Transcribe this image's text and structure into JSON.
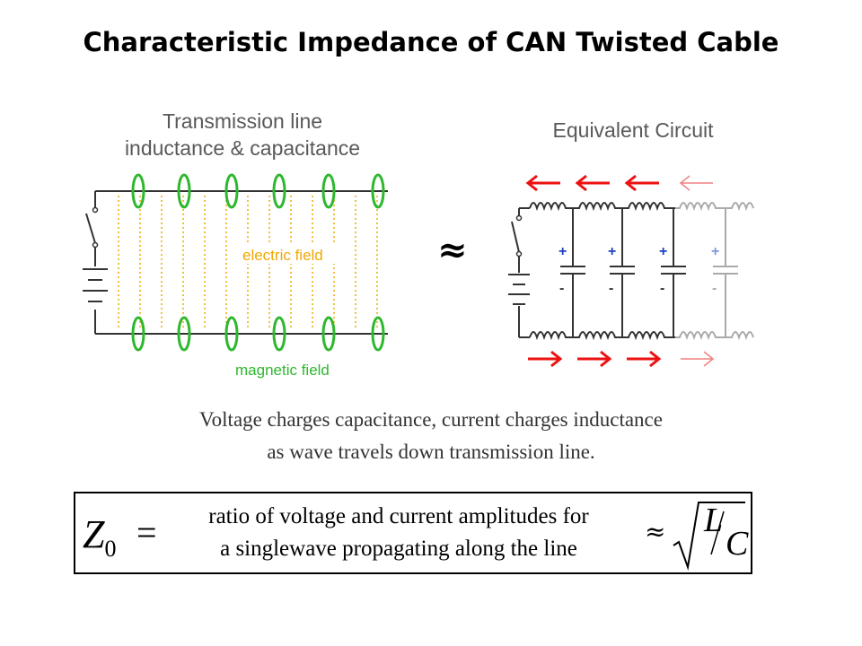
{
  "title": "Characteristic Impedance of CAN Twisted Cable",
  "left_caption": {
    "line1": "Transmission line",
    "line2": "inductance & capacitance"
  },
  "right_caption": "Equivalent Circuit",
  "approx_symbol": "≈",
  "field_labels": {
    "electric": "electric field",
    "magnetic": "magnetic field"
  },
  "capacitor_signs": {
    "plus": "+",
    "minus": "-"
  },
  "description": {
    "line1": "Voltage charges capacitance, current charges inductance",
    "line2": "as wave travels down transmission line."
  },
  "formula": {
    "z": "Z",
    "z_sub": "0",
    "equals": "=",
    "ratio_line1": "ratio of voltage and current amplitudes for",
    "ratio_line2": "a singlewave propagating along the line",
    "approx": "≈",
    "L": "L",
    "C": "C"
  },
  "colors": {
    "green_loops": "#2eb82e",
    "field_orange": "#f0a800",
    "arrow_red": "#ee1111",
    "plus_blue": "#1a3fbf",
    "wire": "#333333",
    "faded": "#aaaaaa"
  }
}
